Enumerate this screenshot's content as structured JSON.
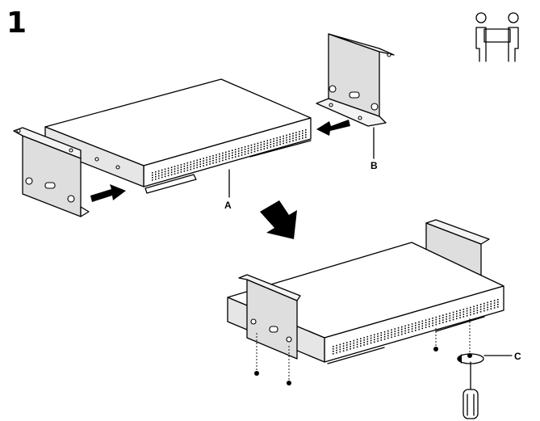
{
  "step": {
    "number": "1"
  },
  "labels": {
    "a": "A",
    "b": "B",
    "c": "C"
  },
  "icons": {
    "two_person": "two-person-lift-icon",
    "screwdriver": "screwdriver-icon",
    "rotation": "rotation-arrow-icon"
  },
  "colors": {
    "line": "#000000",
    "bracket_fill": "#dedede",
    "background": "#ffffff"
  }
}
